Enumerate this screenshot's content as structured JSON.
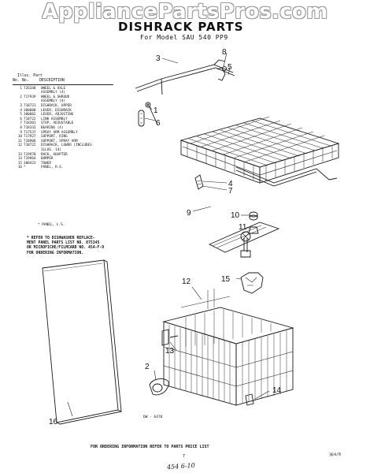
{
  "watermark": "AppliancePartsPros.com",
  "title": "DISHRACK PARTS",
  "subtitle": "For Model SAU 540 PP9",
  "table": {
    "header_top": "Illus. Part",
    "col_no": "No.",
    "col_part": "No.",
    "col_desc": "DESCRIPTION",
    "rows": [
      {
        "no": "1",
        "part": "726348",
        "desc": "WHEEL & AXLE"
      },
      {
        "no": "",
        "part": "",
        "desc": "ASSEMBLY (4)"
      },
      {
        "no": "2",
        "part": "717939",
        "desc": "WHEEL & SHROUD"
      },
      {
        "no": "",
        "part": "",
        "desc": "ASSEMBLY (4)"
      },
      {
        "no": "3",
        "part": "718721",
        "desc": "DISHRACK, UPPER"
      },
      {
        "no": "4",
        "part": "300080",
        "desc": "LEVER, DISHRACK"
      },
      {
        "no": "5",
        "part": "300082",
        "desc": "LEVER, ADJUSTING"
      },
      {
        "no": "6",
        "part": "718722",
        "desc": "LINK ASSEMBLY"
      },
      {
        "no": "7",
        "part": "718301",
        "desc": "STOP, ADJUSTABLE"
      },
      {
        "no": "8",
        "part": "718332",
        "desc": "BEARING (4)"
      },
      {
        "no": "9",
        "part": "717537",
        "desc": "SPRAY ARM ASSEMBLY"
      },
      {
        "no": "10",
        "part": "717927",
        "desc": "SUPPORT, RING"
      },
      {
        "no": "11",
        "part": "718906",
        "desc": "SUPPORT, SPRAY ARM"
      },
      {
        "no": "12",
        "part": "718722",
        "desc": "DISHRACK, LOWER (INCLUDES"
      },
      {
        "no": "",
        "part": "",
        "desc": "ILLUS. 14)"
      },
      {
        "no": "13",
        "part": "719970",
        "desc": "RACK, ADAPTER"
      },
      {
        "no": "14",
        "part": "719964",
        "desc": "BUMPER"
      },
      {
        "no": "15",
        "part": "300423",
        "desc": "TOWER"
      },
      {
        "no": "16",
        "part": "*",
        "desc": "PANEL, R.S."
      }
    ]
  },
  "footnote": "* PANEL, L.S.",
  "refnote": {
    "line1": "* REFER TO DISHWASHER REPLACE-",
    "line2": "MENT PANEL PARTS LIST NO. 875345",
    "line3": "OR MICROFICHE/FILMCARD NO. 454-F-9",
    "line4": "FOR ORDERING INFORMATION."
  },
  "callouts": {
    "c1": "1",
    "c2": "2",
    "c3": "3",
    "c4": "4",
    "c5": "5",
    "c6": "6",
    "c7": "7",
    "c8": "8",
    "c9": "9",
    "c10": "10",
    "c11": "11",
    "c12": "12",
    "c13": "13",
    "c14": "14",
    "c15": "15",
    "c16": "16"
  },
  "drawing_number": "DW - 6470",
  "ordering_note": "FOR ORDERING INFORMATION REFER TO PARTS PRICE LIST",
  "page_number": "7",
  "handwritten_note": "454 6-10",
  "corner_mark": "3E4/8"
}
